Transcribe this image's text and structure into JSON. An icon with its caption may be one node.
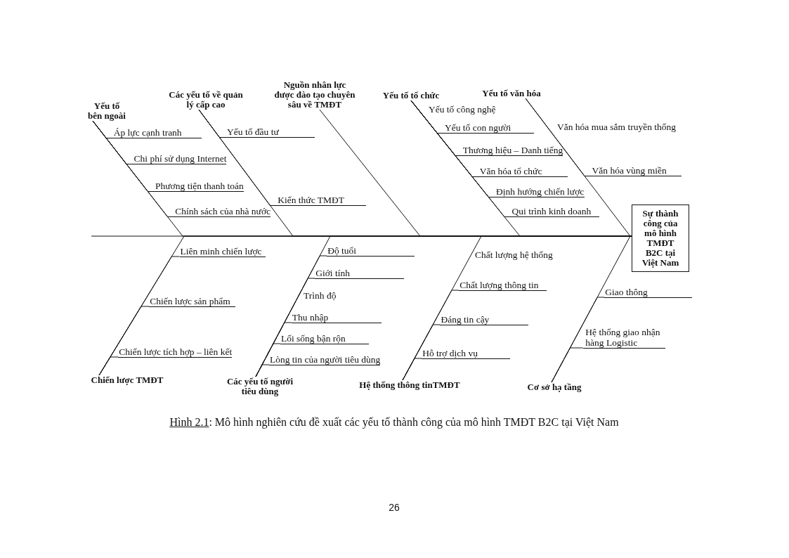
{
  "diagram": {
    "caption": "Hình 2.1: Mô hình nghiên cứu đề xuất các yếu tố thành công của mô hình TMĐT B2C tại Việt Nam",
    "nodes": [
      {
        "text": [
          "Yếu tố bên ngoài"
        ]
      },
      {
        "text": [
          "Áp lực cạnh tranh"
        ]
      },
      {
        "text": [
          "Chi phí sử dụng Internet"
        ]
      },
      {
        "text": [
          "Phương tiện thanh toán"
        ]
      },
      {
        "text": [
          "Chính sách của nhà nước"
        ]
      },
      {
        "text": [
          "Các yếu tố về quản lý cấp cao"
        ]
      },
      {
        "text": [
          "Yếu tố đầu tư"
        ]
      },
      {
        "text": [
          "Kiến thức TMĐT"
        ]
      },
      {
        "text": [
          "Nguồn nhân lực được đào tạo chuyên sâu về TMĐT"
        ]
      },
      {
        "text": [
          "Yếu tố tổ chức"
        ]
      },
      {
        "text": [
          "Yếu tố con người"
        ]
      },
      {
        "text": [
          "Thương hiệu – Danh tiếng"
        ]
      },
      {
        "text": [
          "Văn hóa tổ chức"
        ]
      },
      {
        "text": [
          "Định hướng chiến lược"
        ]
      },
      {
        "text": [
          "Qui trình kinh doanh"
        ]
      },
      {
        "text": [
          "Yếu tố văn hóa"
        ]
      },
      {
        "text": [
          "Văn hóa vùng miền"
        ]
      },
      {
        "text": [
          "Sự thành công của mô hình TMĐT B2C tại Việt Nam"
        ]
      },
      {
        "text": [
          "Liên minh chiến lược"
        ]
      },
      {
        "text": [
          "Chiến lược sản phẩm"
        ]
      },
      {
        "text": [
          "Chiến lược tích hợp – liên kết"
        ]
      },
      {
        "text": [
          "Chiến lược TMĐT"
        ]
      },
      {
        "text": [
          "Độ tuổi"
        ]
      },
      {
        "text": [
          "Giới tính"
        ]
      },
      {
        "text": [
          "Thu nhập"
        ]
      },
      {
        "text": [
          "Lối sống bận rộn"
        ]
      },
      {
        "text": [
          "Lòng tin của người tiêu dùng"
        ]
      },
      {
        "text": [
          "Các yếu tố người tiêu dùng"
        ]
      },
      {
        "text": [
          "Chất lượng thông tin"
        ]
      },
      {
        "text": [
          "Đáng tin cậy"
        ]
      },
      {
        "text": [
          "Hỗ trợ dịch vụ"
        ]
      },
      {
        "text": [
          "Hệ thống thông tinTMĐT"
        ]
      },
      {
        "text": [
          "Giao thông"
        ]
      },
      {
        "text": [
          "Hệ thống giao nhận hàng Logistic"
        ]
      },
      {
        "text": [
          "Cơ sở hạ tầng"
        ]
      }
    ],
    "edges": [
      {
        "from": 1,
        "to": 0,
        "arrow": "none"
      },
      {
        "from": 2,
        "to": 0,
        "arrow": "none"
      },
      {
        "from": 3,
        "to": 0,
        "arrow": "none"
      },
      {
        "from": 4,
        "to": 0,
        "arrow": "none"
      },
      {
        "from": 6,
        "to": 5,
        "arrow": "none"
      },
      {
        "from": 7,
        "to": 5,
        "arrow": "none"
      },
      {
        "from": 10,
        "to": 9,
        "arrow": "none"
      },
      {
        "from": 11,
        "to": 9,
        "arrow": "none"
      },
      {
        "from": 12,
        "to": 9,
        "arrow": "none"
      },
      {
        "from": 13,
        "to": 9,
        "arrow": "none"
      },
      {
        "from": 14,
        "to": 9,
        "arrow": "none"
      },
      {
        "from": 16,
        "to": 15,
        "arrow": "none"
      },
      {
        "from": 18,
        "to": 21,
        "arrow": "none"
      },
      {
        "from": 19,
        "to": 21,
        "arrow": "none"
      },
      {
        "from": 20,
        "to": 21,
        "arrow": "none"
      },
      {
        "from": 22,
        "to": 27,
        "arrow": "none"
      },
      {
        "from": 23,
        "to": 27,
        "arrow": "none"
      },
      {
        "from": 24,
        "to": 27,
        "arrow": "none"
      },
      {
        "from": 25,
        "to": 27,
        "arrow": "none"
      },
      {
        "from": 26,
        "to": 27,
        "arrow": "none"
      },
      {
        "from": 28,
        "to": 31,
        "arrow": "none"
      },
      {
        "from": 29,
        "to": 31,
        "arrow": "none"
      },
      {
        "from": 30,
        "to": 31,
        "arrow": "none"
      },
      {
        "from": 32,
        "to": 34,
        "arrow": "none"
      },
      {
        "from": 33,
        "to": 34,
        "arrow": "none"
      },
      {
        "from": 0,
        "to": 17,
        "arrow": "none"
      },
      {
        "from": 5,
        "to": 17,
        "arrow": "none"
      },
      {
        "from": 8,
        "to": 17,
        "arrow": "none"
      },
      {
        "from": 9,
        "to": 17,
        "arrow": "none"
      },
      {
        "from": 15,
        "to": 17,
        "arrow": "none"
      },
      {
        "from": 21,
        "to": 17,
        "arrow": "none"
      },
      {
        "from": 27,
        "to": 17,
        "arrow": "none"
      },
      {
        "from": 31,
        "to": 17,
        "arrow": "none"
      },
      {
        "from": 34,
        "to": 17,
        "arrow": "none"
      },
      {
        "from": null,
        "to": 17,
        "arrow": "none"
      }
    ],
    "labels": [
      "Yếu tố công nghệ",
      "Văn hóa mua sắm truyền thống",
      "Chất lượng hệ thống",
      "Trình độ",
      "26"
    ]
  }
}
